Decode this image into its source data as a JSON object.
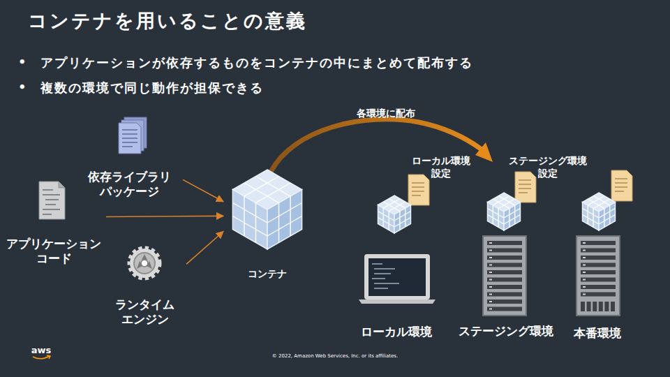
{
  "diagram": {
    "title": "コンテナを用いることの意義",
    "nodes": [
      {
        "text": [
          "依存ライブラリ パッケージ"
        ]
      },
      {
        "text": [
          "アプリケーション コード"
        ]
      },
      {
        "text": [
          "ランタイム エンジン"
        ]
      },
      {
        "text": [
          "コンテナ"
        ]
      },
      {
        "text": [
          "ローカル環境 設定"
        ]
      },
      {
        "text": [
          "ステージング環境 設定"
        ]
      },
      {
        "text": [
          "ローカル環境"
        ]
      },
      {
        "text": [
          "ステージング環境"
        ]
      },
      {
        "text": [
          "本番環境"
        ]
      }
    ],
    "edges": [
      {
        "from": 0,
        "to": 3,
        "arrow": "to"
      },
      {
        "from": 1,
        "to": 3,
        "arrow": "to"
      },
      {
        "from": 2,
        "to": 3,
        "arrow": "to"
      }
    ],
    "labels": [
      "•",
      "アプリケーションが依存するものをコンテナの中にまとめて配布する",
      "•",
      "複数の環境で同じ動作が担保できる",
      "各環境に配布",
      "© 2022, Amazon Web Services, Inc. or its affiliates.",
      "aws"
    ]
  }
}
